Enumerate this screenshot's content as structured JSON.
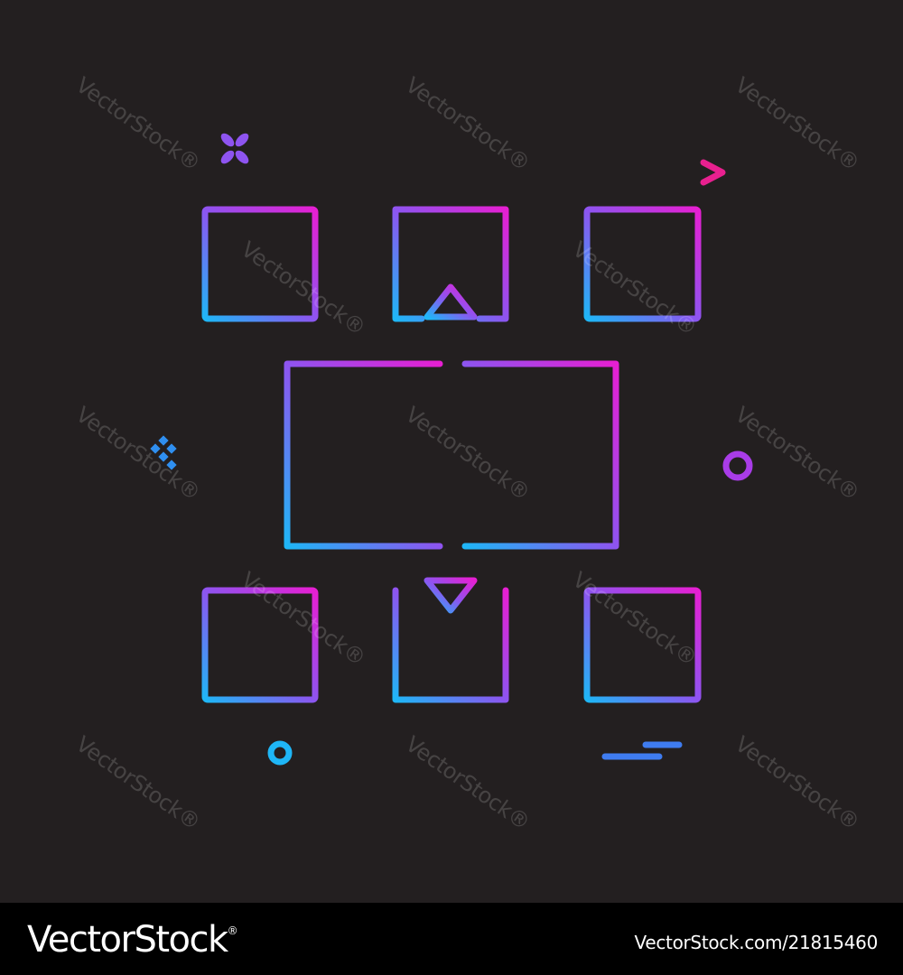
{
  "watermark": {
    "text": "VectorStock",
    "mark": "®"
  },
  "footer": {
    "brand": "VectorStock",
    "brand_mark": "®",
    "credit": "VectorStock.com/21815460"
  },
  "colors": {
    "background": "#231f20",
    "footer_background": "#000000",
    "gradient_cyan": "#1fb6f6",
    "gradient_violet": "#8e54f0",
    "gradient_magenta": "#e61fd2",
    "arrow_magenta": "#e8208f"
  },
  "icon": {
    "name": "flowchart-icon"
  }
}
